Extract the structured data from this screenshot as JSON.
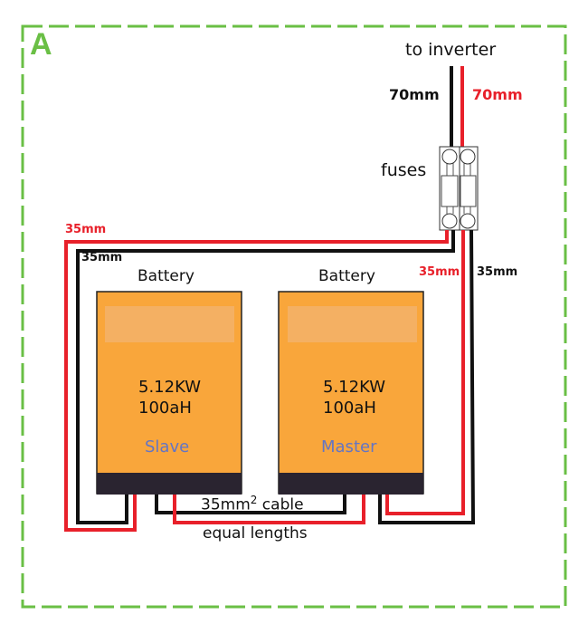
{
  "panel": {
    "letter": "A",
    "border_color": "#6abf45"
  },
  "colors": {
    "positive": "#e8202a",
    "negative": "#111111",
    "battery_body": "#f9a63b",
    "battery_base": "#2a2430",
    "battery_highlight": "#f4b063",
    "role_text": "#6475c4"
  },
  "inverter": {
    "label": "to inverter",
    "negative_wire": "70mm",
    "positive_wire": "70mm"
  },
  "fuses": {
    "label": "fuses",
    "count": 2
  },
  "wires": {
    "slave_positive": "35mm",
    "slave_negative": "35mm",
    "master_positive": "35mm",
    "master_negative": "35mm"
  },
  "batteries": [
    {
      "title": "Battery",
      "power": "5.12KW",
      "capacity": "100aH",
      "role": "Slave"
    },
    {
      "title": "Battery",
      "power": "5.12KW",
      "capacity": "100aH",
      "role": "Master"
    }
  ],
  "interconnect": {
    "cable_prefix": "35mm",
    "cable_sup": "2",
    "cable_suffix": " cable",
    "note": "equal lengths"
  }
}
